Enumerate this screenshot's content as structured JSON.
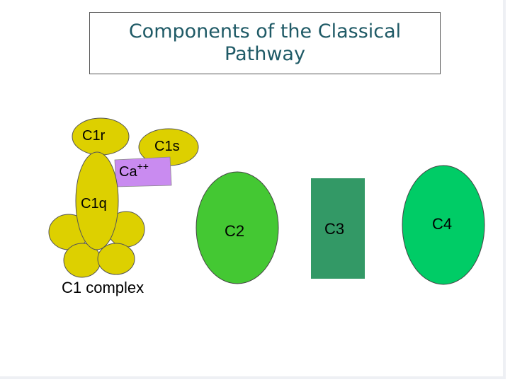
{
  "title": "Components of the Classical Pathway",
  "labels": {
    "c1r": "C1r",
    "c1s": "C1s",
    "ca": "Ca",
    "ca_sup": "++",
    "c1q": "C1q",
    "c1_complex": "C1 complex",
    "c2": "C2",
    "c3": "C3",
    "c4": "C4"
  },
  "colors": {
    "title": "#1f5a66",
    "c1q_yellow": "#ddd000",
    "calcium_purple": "#c98bf0",
    "c2_green": "#44c833",
    "c3_green": "#339966",
    "c4_green": "#00cc66"
  }
}
